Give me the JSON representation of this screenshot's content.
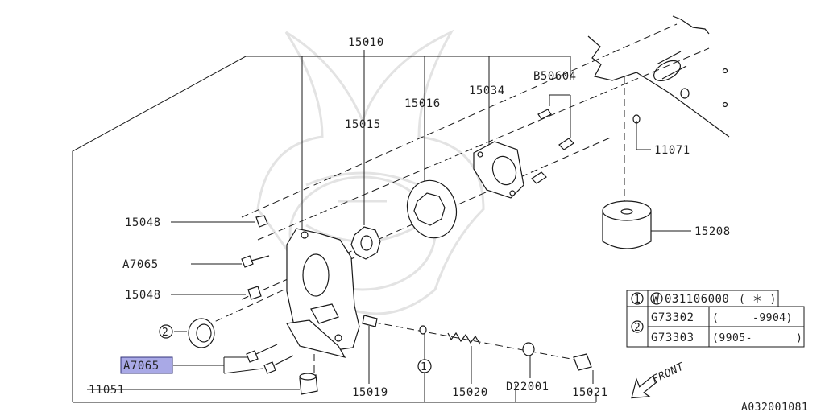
{
  "labels": {
    "p15010": "15010",
    "p15016": "15016",
    "p15034": "15034",
    "pB50604": "B50604",
    "p15015": "15015",
    "p11071": "11071",
    "p15048a": "15048",
    "p15208": "15208",
    "pA7065a": "A7065",
    "p15048b": "15048",
    "pA7065b": "A7065",
    "p11051": "11051",
    "p15019": "15019",
    "p15020": "15020",
    "pD22001": "D22001",
    "p15021": "15021"
  },
  "callouts": {
    "c1": "1",
    "c2": "2"
  },
  "front_label": "FRONT",
  "figure_id": "A032001081",
  "legend": {
    "row1": {
      "marker": "1",
      "prefix": "W",
      "part": "031106000",
      "note": "( ＊ )"
    },
    "row2": {
      "marker": "2",
      "part": "G73302",
      "range_open": "(",
      "range_value": "-9904)"
    },
    "row3": {
      "part": "G73303",
      "range_value": "(9905-",
      "range_close": ")"
    }
  },
  "highlight_color": "#a9a9e6"
}
